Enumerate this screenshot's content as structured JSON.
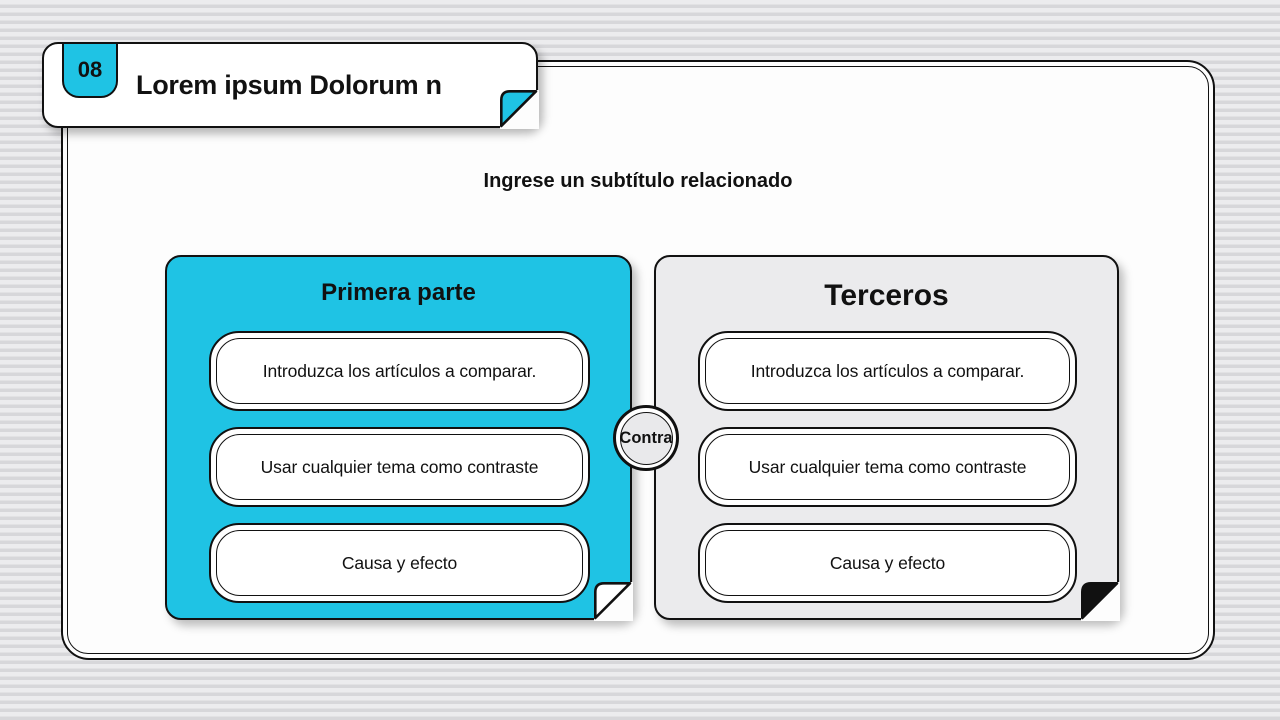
{
  "colors": {
    "accent": "#1fc3e4",
    "panel_gray": "#ebebed",
    "ink": "#111111",
    "background_stripe": "#d7d7da",
    "background_base": "#ececee"
  },
  "header": {
    "slide_number": "08",
    "title": "Lorem ipsum Dolorum n"
  },
  "subtitle": "Ingrese un subtítulo relacionado",
  "versus_label": "Contra",
  "panels": [
    {
      "title": "Primera parte",
      "variant": "accent",
      "items": [
        "Introduzca los artículos a comparar.",
        "Usar cualquier tema como contraste",
        "Causa y efecto"
      ]
    },
    {
      "title": "Terceros",
      "variant": "gray",
      "items": [
        "Introduzca los artículos a comparar.",
        "Usar cualquier tema como contraste",
        "Causa y efecto"
      ]
    }
  ]
}
